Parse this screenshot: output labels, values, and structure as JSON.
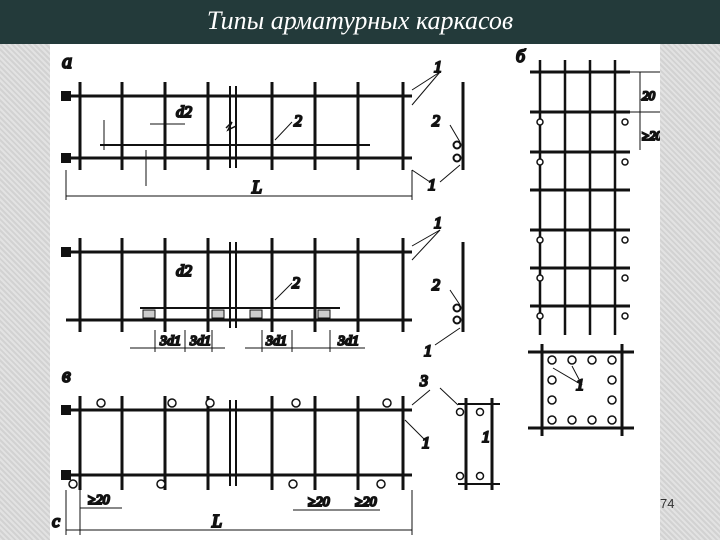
{
  "slide": {
    "title": "Типы арматурных каркасов",
    "page_number": "74"
  },
  "labels": {
    "section_a": "а",
    "section_b": "б",
    "section_v": "в",
    "d2": "d2",
    "L": "L",
    "c": "c",
    "num1": "1",
    "num2": "2",
    "num3": "3",
    "dim_3d1": "3d1",
    "dim_ge20": "≥20",
    "dim_20": "20"
  }
}
